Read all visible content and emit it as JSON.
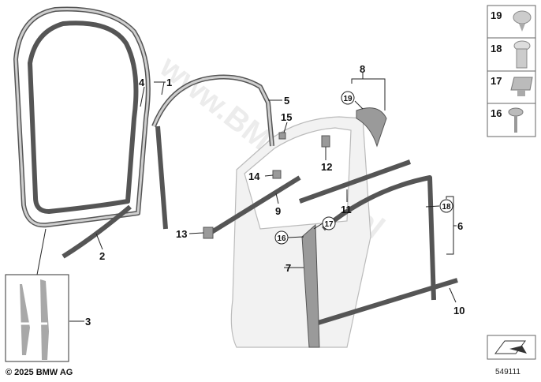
{
  "callouts": {
    "c1": "1",
    "c2": "2",
    "c3": "3",
    "c4": "4",
    "c5": "5",
    "c6": "6",
    "c7": "7",
    "c8": "8",
    "c9": "9",
    "c10": "10",
    "c11": "11",
    "c12": "12",
    "c13": "13",
    "c14": "14",
    "c15": "15",
    "c16": "16",
    "c17": "17",
    "c18": "18",
    "c19": "19"
  },
  "legend": {
    "items": [
      {
        "number": "19",
        "part": "clip-icon"
      },
      {
        "number": "18",
        "part": "expanding-rivet-icon"
      },
      {
        "number": "17",
        "part": "clip-nut-icon"
      },
      {
        "number": "16",
        "part": "screw-icon"
      }
    ]
  },
  "copyright": "© 2025 BMW AG",
  "diagram_number": "549111",
  "watermark": "www.BMWstore.pl"
}
